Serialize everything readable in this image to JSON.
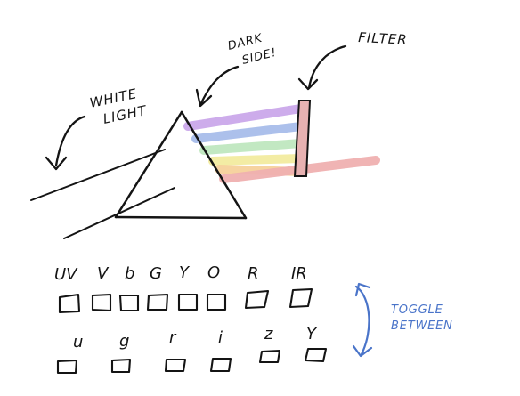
{
  "annotations": {
    "white_light": [
      "WHITE",
      "LIGHT"
    ],
    "dark_side": [
      "DARK",
      "SIDE!"
    ],
    "filter": "FILTER",
    "toggle": [
      "TOGGLE",
      "BETWEEN"
    ]
  },
  "filter_rows": {
    "top_row_labels": [
      "UV",
      "V",
      "b",
      "G",
      "Y",
      "O",
      "R",
      "IR"
    ],
    "bottom_row_labels": [
      "u",
      "g",
      "r",
      "i",
      "z",
      "Y"
    ]
  },
  "colors": {
    "ink": "#141414",
    "blue_ink": "#4a74c9",
    "filter_fill": "#e7b1b1",
    "spectrum": [
      "#caa8ea",
      "#a8bdea",
      "#bfe7bf",
      "#f2eb9f",
      "#f5d19b",
      "#efb0b0"
    ]
  }
}
